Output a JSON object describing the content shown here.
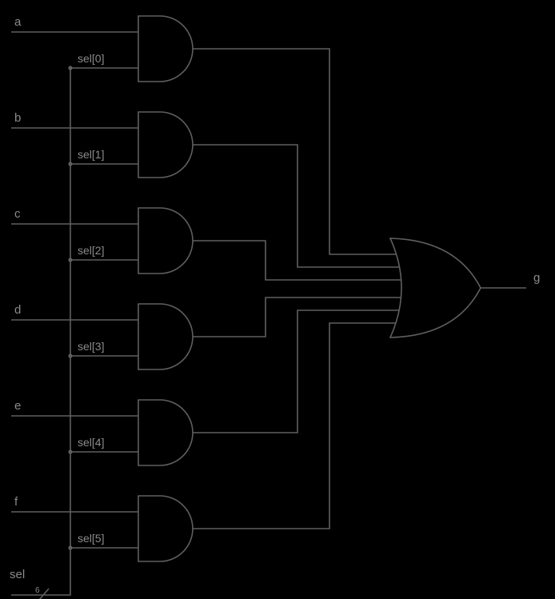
{
  "diagram": {
    "gates": [
      {
        "input": "a",
        "sel": "sel[0]"
      },
      {
        "input": "b",
        "sel": "sel[1]"
      },
      {
        "input": "c",
        "sel": "sel[2]"
      },
      {
        "input": "d",
        "sel": "sel[3]"
      },
      {
        "input": "e",
        "sel": "sel[4]"
      },
      {
        "input": "f",
        "sel": "sel[5]"
      }
    ],
    "bus": {
      "label": "sel",
      "width_marker": "6"
    },
    "output": {
      "label": "g"
    },
    "colors": {
      "background": "#000000",
      "wire": "#5f5f5f",
      "text": "#8a8a8a"
    }
  }
}
